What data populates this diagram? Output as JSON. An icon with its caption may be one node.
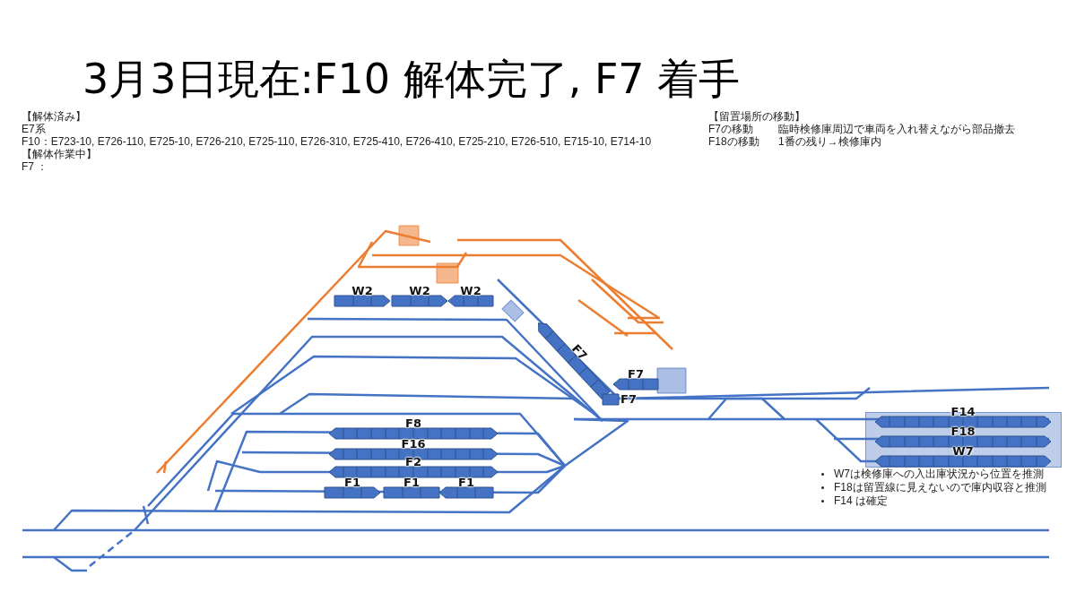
{
  "diagram": {
    "title": "3月3日現在:F10 解体完了, F7 着手",
    "nodes": [
      {
        "text": [
          "W2"
        ]
      },
      {
        "text": [
          "W2"
        ]
      },
      {
        "text": [
          "W2"
        ]
      },
      {
        "text": [
          "F7"
        ]
      },
      {
        "text": [
          "F7"
        ]
      },
      {
        "text": [
          "F7"
        ]
      },
      {
        "text": [
          "F8"
        ]
      },
      {
        "text": [
          "F16"
        ]
      },
      {
        "text": [
          "F2"
        ]
      },
      {
        "text": [
          "F1"
        ]
      },
      {
        "text": [
          "F1"
        ]
      },
      {
        "text": [
          "F1"
        ]
      },
      {
        "text": [],
        "shape": "box"
      },
      {
        "text": [
          "F14"
        ],
        "in": 12
      },
      {
        "text": [
          "F18"
        ],
        "in": 12
      },
      {
        "text": [
          "W7"
        ],
        "in": 12
      }
    ],
    "edges": [],
    "labels": [
      "【解体済み】",
      "E7系",
      "F10：E723-10, E726-110, E725-10, E726-210, E725-110, E726-310, E725-410, E726-410, E725-210, E726-510, E715-10, E714-10",
      "【解体作業中】",
      "F7 ：",
      "【留置場所の移動】",
      "F7の移動",
      "臨時検修庫周辺で車両を入れ替えながら部品撤去",
      "F18の移動",
      "1番の残り→検修庫内",
      "W7は検修庫への入出庫状況から位置を推測",
      "F18は留置線に見えないので庫内収容と推測",
      "F14 は確定"
    ]
  }
}
